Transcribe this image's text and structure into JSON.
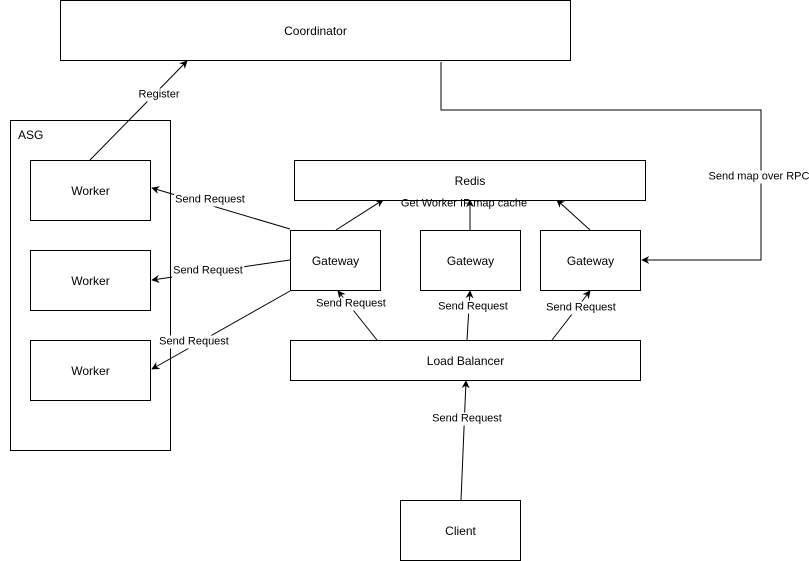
{
  "nodes": {
    "coordinator": "Coordinator",
    "asg": "ASG",
    "worker_1": "Worker",
    "worker_2": "Worker",
    "worker_3": "Worker",
    "redis": "Redis",
    "gateway_1": "Gateway",
    "gateway_2": "Gateway",
    "gateway_3": "Gateway",
    "load_balancer": "Load Balancer",
    "client": "Client"
  },
  "edges": {
    "register": "Register",
    "send_map_over_rpc": "Send map over RPC",
    "gateway_to_worker_1": "Send Request",
    "gateway_to_worker_2": "Send Request",
    "gateway_to_worker_3": "Send Request",
    "get_worker_ip_map_cache": "Get Worker IP map cache",
    "lb_to_gateway_1": "Send Request",
    "lb_to_gateway_2": "Send Request",
    "lb_to_gateway_3": "Send Request",
    "client_to_lb": "Send Request"
  },
  "colors": {
    "stroke": "#000000",
    "background": "#ffffff"
  }
}
